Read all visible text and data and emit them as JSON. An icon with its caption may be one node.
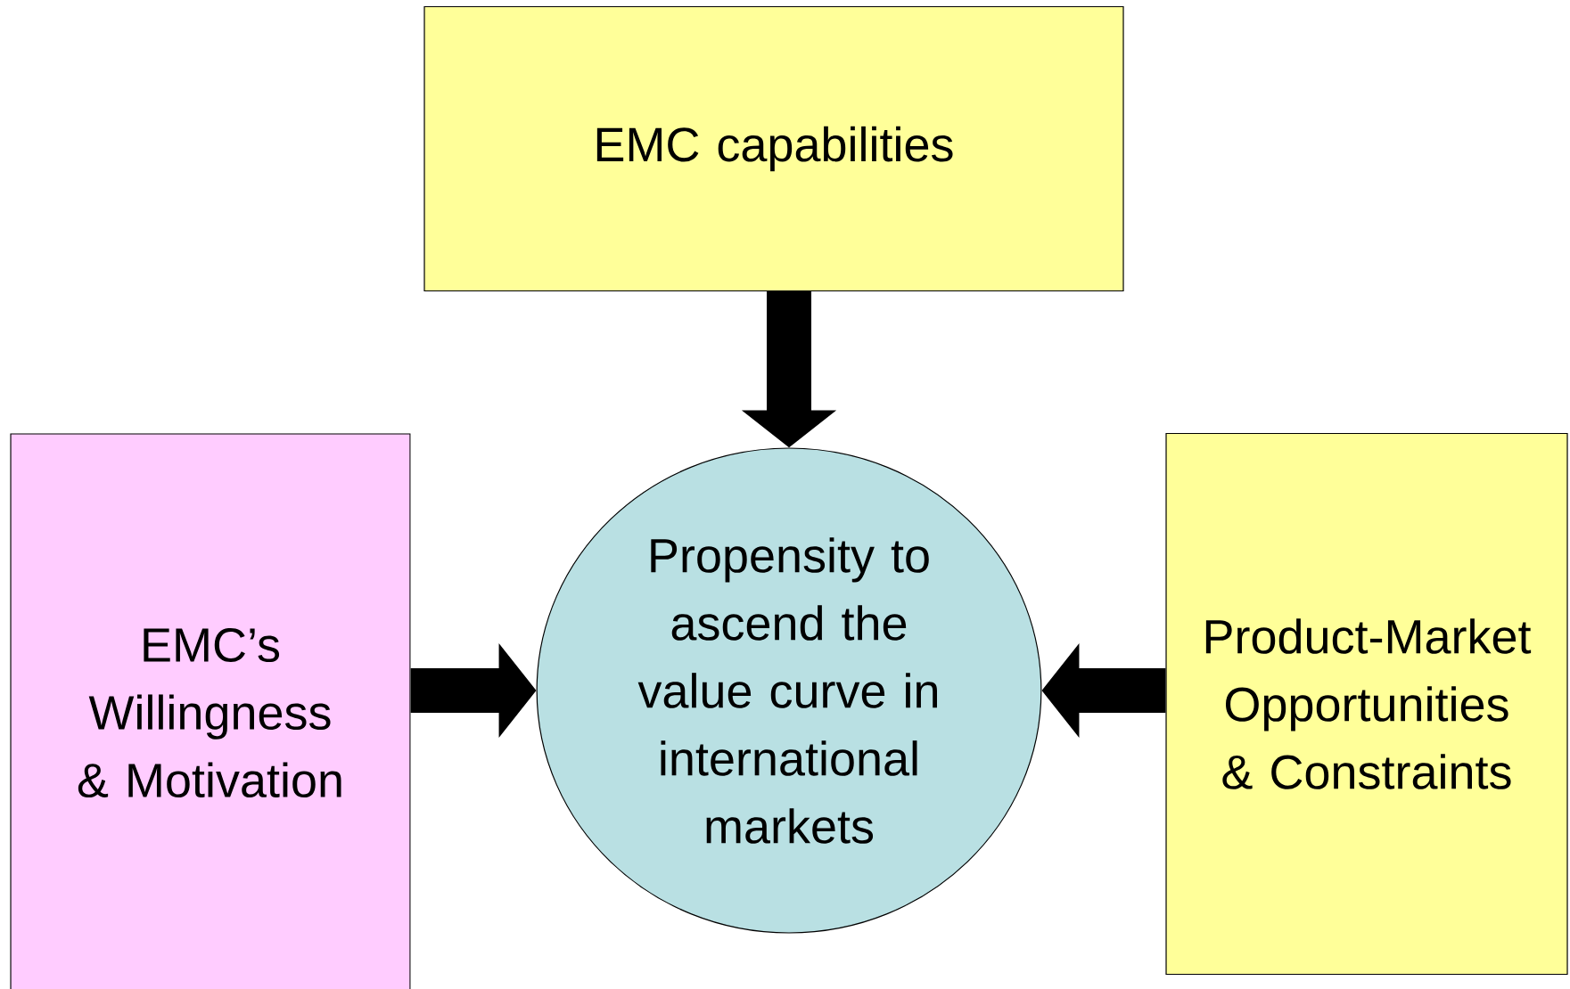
{
  "diagram": {
    "nodes": [
      {
        "text": [
          "EMC capabilities"
        ]
      },
      {
        "text": [
          "EMC’s Willingness & Motivation"
        ]
      },
      {
        "text": [
          "Propensity to ascend the value curve in international markets"
        ]
      },
      {
        "text": [
          "Product-Market Opportunities & Constraints"
        ]
      }
    ],
    "edges": [
      {
        "from": 0,
        "to": 2,
        "arrow": "to"
      },
      {
        "from": 1,
        "to": 2,
        "arrow": "to"
      },
      {
        "from": 3,
        "to": 2,
        "arrow": "to"
      }
    ]
  }
}
